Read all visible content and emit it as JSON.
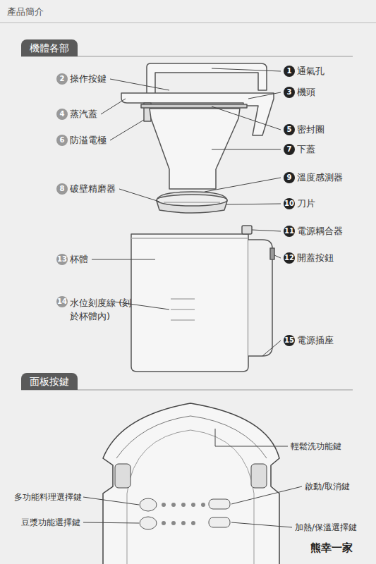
{
  "diagram": {
    "title": "產品簡介",
    "nodes": [
      {
        "text": [
          "機體各部"
        ]
      },
      {
        "text": [
          "面板按鍵"
        ]
      }
    ],
    "labels": [
      "1",
      "通氣孔",
      "2",
      "操作按鍵",
      "3",
      "機頭",
      "4",
      "蒸汽蓋",
      "5",
      "密封圈",
      "6",
      "防溢電極",
      "7",
      "下蓋",
      "9",
      "溫度感測器",
      "8",
      "破壁精磨器",
      "10",
      "刀片",
      "11",
      "電源耦合器",
      "12",
      "開蓋按鈕",
      "13",
      "杯體",
      "14",
      "水位刻度線 (刻於杯體內)",
      "15",
      "電源插座",
      "輕鬆洗功能鍵",
      "啟動/取消鍵",
      "多功能料理選擇鍵",
      "加熱/保溫選擇鍵",
      "豆漿功能選擇鍵",
      "熊幸一家"
    ]
  }
}
